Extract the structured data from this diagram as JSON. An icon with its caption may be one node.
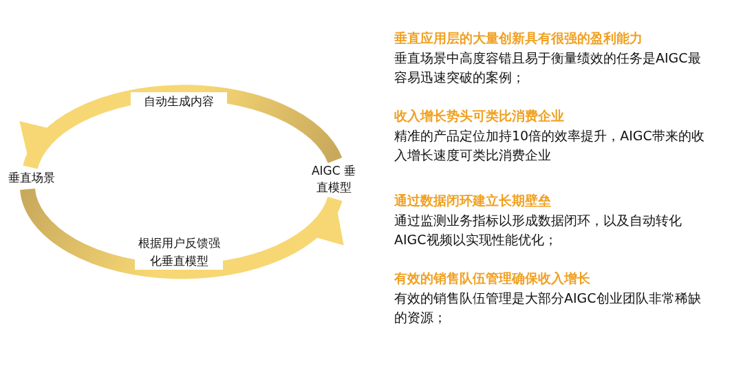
{
  "diagram": {
    "nodes": [
      {
        "text": [
          "垂直场景"
        ]
      },
      {
        "text": [
          "AIGC 垂直模型"
        ]
      }
    ],
    "edges": [
      {
        "from": 1,
        "to": 0,
        "arrow": "to",
        "label": "自动生成内容"
      },
      {
        "from": 0,
        "to": 1,
        "arrow": "to",
        "label": "根据用户反馈强化垂直模型"
      }
    ],
    "labels": [
      "垂直应用层的大量创新具有很强的盈利能力",
      "垂直场景中高度容错且易于衡量绩效的任务是AIGC最容易迅速突破的案例；",
      "收入增长势头可类比消费企业",
      "精准的产品定位加持10倍的效率提升，AIGC带来的收入增长速度可类比消费企业",
      "通过数据闭环建立长期壁垒",
      "通过监测业务指标以形成数据闭环，以及自动转化AIGC视频以实现性能优化；",
      "有效的销售队伍管理确保收入增长",
      "有效的销售队伍管理是大部分AIGC创业团队非常稀缺的资源；"
    ]
  }
}
